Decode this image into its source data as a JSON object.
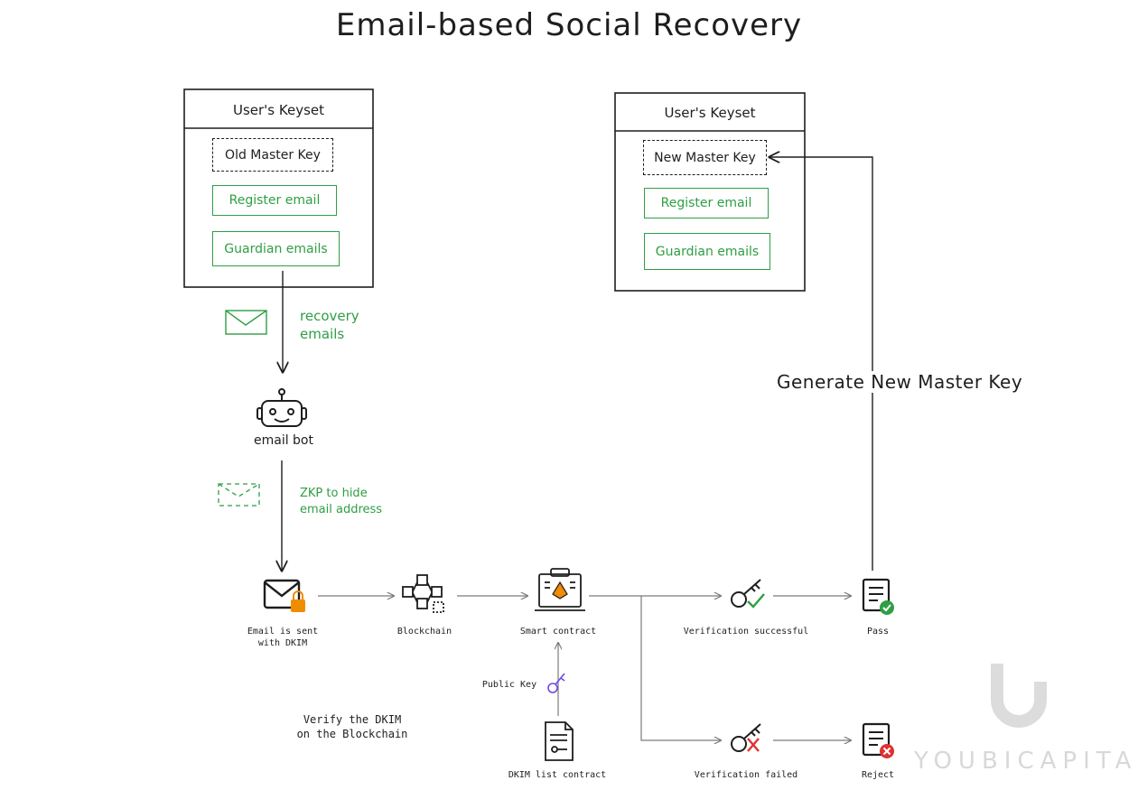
{
  "title": "Email-based Social Recovery",
  "left_keyset": {
    "header": "User's Keyset",
    "key_label": "Old Master Key",
    "register_label": "Register email",
    "guardian_label": "Guardian emails"
  },
  "right_keyset": {
    "header": "User's Keyset",
    "key_label": "New Master Key",
    "register_label": "Register email",
    "guardian_label": "Guardian emails"
  },
  "recovery_emails_label": "recovery\nemails",
  "email_bot_label": "email bot",
  "zkp_label": "ZKP to hide\nemail address",
  "generate_label": "Generate New Master Key",
  "nodes": {
    "email_sent": "Email is sent\nwith DKIM",
    "blockchain": "Blockchain",
    "smart_contract": "Smart contract",
    "verification_success": "Verification successful",
    "pass": "Pass",
    "verification_failed": "Verification failed",
    "reject": "Reject",
    "public_key": "Public Key",
    "dkim_list": "DKIM list contract"
  },
  "verify_note": "Verify the DKIM\non the Blockchain",
  "watermark": "YOUBICAPITAL",
  "colors": {
    "green": "#2f9e44",
    "ink": "#1e1e1e",
    "arrow_gray": "#7a7a7a",
    "lock_orange": "#f08c00",
    "check_green": "#2f9e44",
    "reject_red": "#e03131",
    "key_purple": "#7048e8",
    "watermark": "#d8d8d8"
  }
}
